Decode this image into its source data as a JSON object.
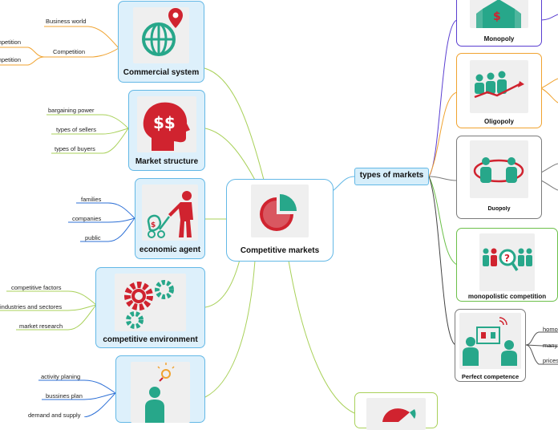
{
  "central": {
    "label": "Competitive markets"
  },
  "left_nodes": [
    {
      "label": "Commercial system",
      "icon": "globe-pin-icon",
      "leaves": [
        "Business world",
        "Competition"
      ],
      "sub_leaves": [
        "Competition",
        "Competition"
      ]
    },
    {
      "label": "Market structure",
      "icon": "head-dollar-icon",
      "leaves": [
        "bargaining power",
        "types of sellers",
        "types of buyers"
      ]
    },
    {
      "label": "economic agent",
      "icon": "person-money-cart-icon",
      "leaves": [
        "families",
        "companies",
        "public"
      ]
    },
    {
      "label": "competitive environment",
      "icon": "gears-icon",
      "leaves": [
        "competitive factors",
        "industries and sectores",
        "market research"
      ]
    },
    {
      "label": "",
      "icon": "person-idea-icon",
      "leaves": [
        "activity planing",
        "bussines plan",
        "demand and supply"
      ]
    }
  ],
  "types_of_markets": {
    "label": "types of markets",
    "items": [
      {
        "label": "Monopoly",
        "icon": "house-dollar-icon"
      },
      {
        "label": "Oligopoly",
        "icon": "people-growth-icon"
      },
      {
        "label": "Duopoly",
        "icon": "two-people-icon"
      },
      {
        "label": "monopolistic competition",
        "icon": "people-question-icon"
      },
      {
        "label": "Perfect competence",
        "icon": "people-screen-icon",
        "leaves": [
          "homo",
          "many",
          "prices"
        ]
      }
    ]
  },
  "colors": {
    "accent_blue": "#63b8e6",
    "branch_green": "#a9d15a",
    "branch_orange": "#f0a330",
    "branch_blue": "#2c6fd6",
    "icon_teal": "#27a78a",
    "icon_red": "#d0232f",
    "purple": "#5a3fd1",
    "orange": "#f0a330",
    "green": "#6cc04a",
    "grey": "#7b7b7b"
  }
}
